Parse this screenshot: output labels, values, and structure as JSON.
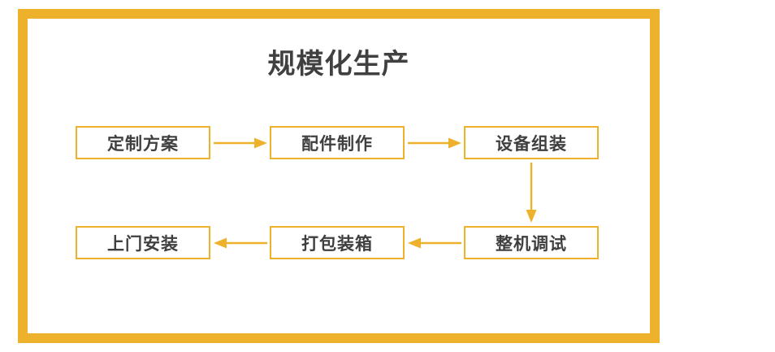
{
  "diagram": {
    "title": "规模化生产",
    "frame_color": "#edb12c",
    "accent_color": "#edb12c",
    "title_color": "#404040",
    "node_text_color": "#3f3f3f",
    "background": "#ffffff",
    "nodes": [
      {
        "id": "node-1",
        "label": "定制方案"
      },
      {
        "id": "node-2",
        "label": "配件制作"
      },
      {
        "id": "node-3",
        "label": "设备组装"
      },
      {
        "id": "node-4",
        "label": "整机调试"
      },
      {
        "id": "node-5",
        "label": "打包装箱"
      },
      {
        "id": "node-6",
        "label": "上门安装"
      }
    ],
    "connectors": [
      {
        "id": "conn-1",
        "from": "node-1",
        "to": "node-2",
        "direction": "right"
      },
      {
        "id": "conn-2",
        "from": "node-2",
        "to": "node-3",
        "direction": "right"
      },
      {
        "id": "conn-3",
        "from": "node-3",
        "to": "node-4",
        "direction": "down"
      },
      {
        "id": "conn-4",
        "from": "node-4",
        "to": "node-5",
        "direction": "left"
      },
      {
        "id": "conn-5",
        "from": "node-5",
        "to": "node-6",
        "direction": "left"
      }
    ]
  }
}
